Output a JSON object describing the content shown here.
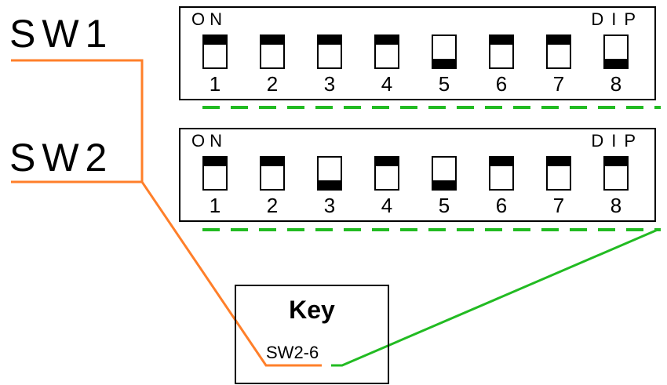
{
  "colors": {
    "orange": "#ff7f2a",
    "green": "#22bb22",
    "black": "#000000"
  },
  "labels": {
    "sw1": "SW1",
    "sw2": "SW2"
  },
  "dip_banks": [
    {
      "id": "sw1",
      "on_label": "ON",
      "brand_label": "DIP",
      "switches": [
        {
          "num": "1",
          "state": "on"
        },
        {
          "num": "2",
          "state": "on"
        },
        {
          "num": "3",
          "state": "on"
        },
        {
          "num": "4",
          "state": "on"
        },
        {
          "num": "5",
          "state": "off"
        },
        {
          "num": "6",
          "state": "on"
        },
        {
          "num": "7",
          "state": "on"
        },
        {
          "num": "8",
          "state": "off"
        }
      ]
    },
    {
      "id": "sw2",
      "on_label": "ON",
      "brand_label": "DIP",
      "switches": [
        {
          "num": "1",
          "state": "on"
        },
        {
          "num": "2",
          "state": "on"
        },
        {
          "num": "3",
          "state": "off"
        },
        {
          "num": "4",
          "state": "on"
        },
        {
          "num": "5",
          "state": "off"
        },
        {
          "num": "6",
          "state": "on"
        },
        {
          "num": "7",
          "state": "on"
        },
        {
          "num": "8",
          "state": "on"
        }
      ]
    }
  ],
  "key": {
    "title": "Key",
    "sample": "SW2-6"
  }
}
